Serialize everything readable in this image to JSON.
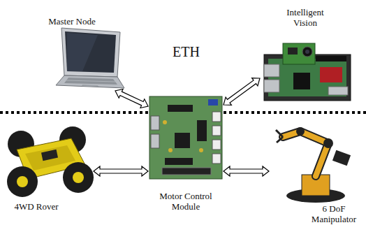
{
  "diagram": {
    "nodes": [
      {
        "text": [
          "Master Node"
        ]
      },
      {
        "text": [
          "Intelligent Vision"
        ]
      },
      {
        "text": [
          "4WD Rover"
        ]
      },
      {
        "text": [
          "Motor Control Module"
        ]
      },
      {
        "text": [
          "6 DoF Manipulator"
        ]
      }
    ],
    "edges": [
      {
        "from": 0,
        "to": 3,
        "arrow": "both"
      },
      {
        "from": 1,
        "to": 3,
        "arrow": "both"
      },
      {
        "from": 2,
        "to": 3,
        "arrow": "both"
      },
      {
        "from": 3,
        "to": 4,
        "arrow": "both"
      }
    ],
    "labels": [
      "ETH"
    ]
  }
}
